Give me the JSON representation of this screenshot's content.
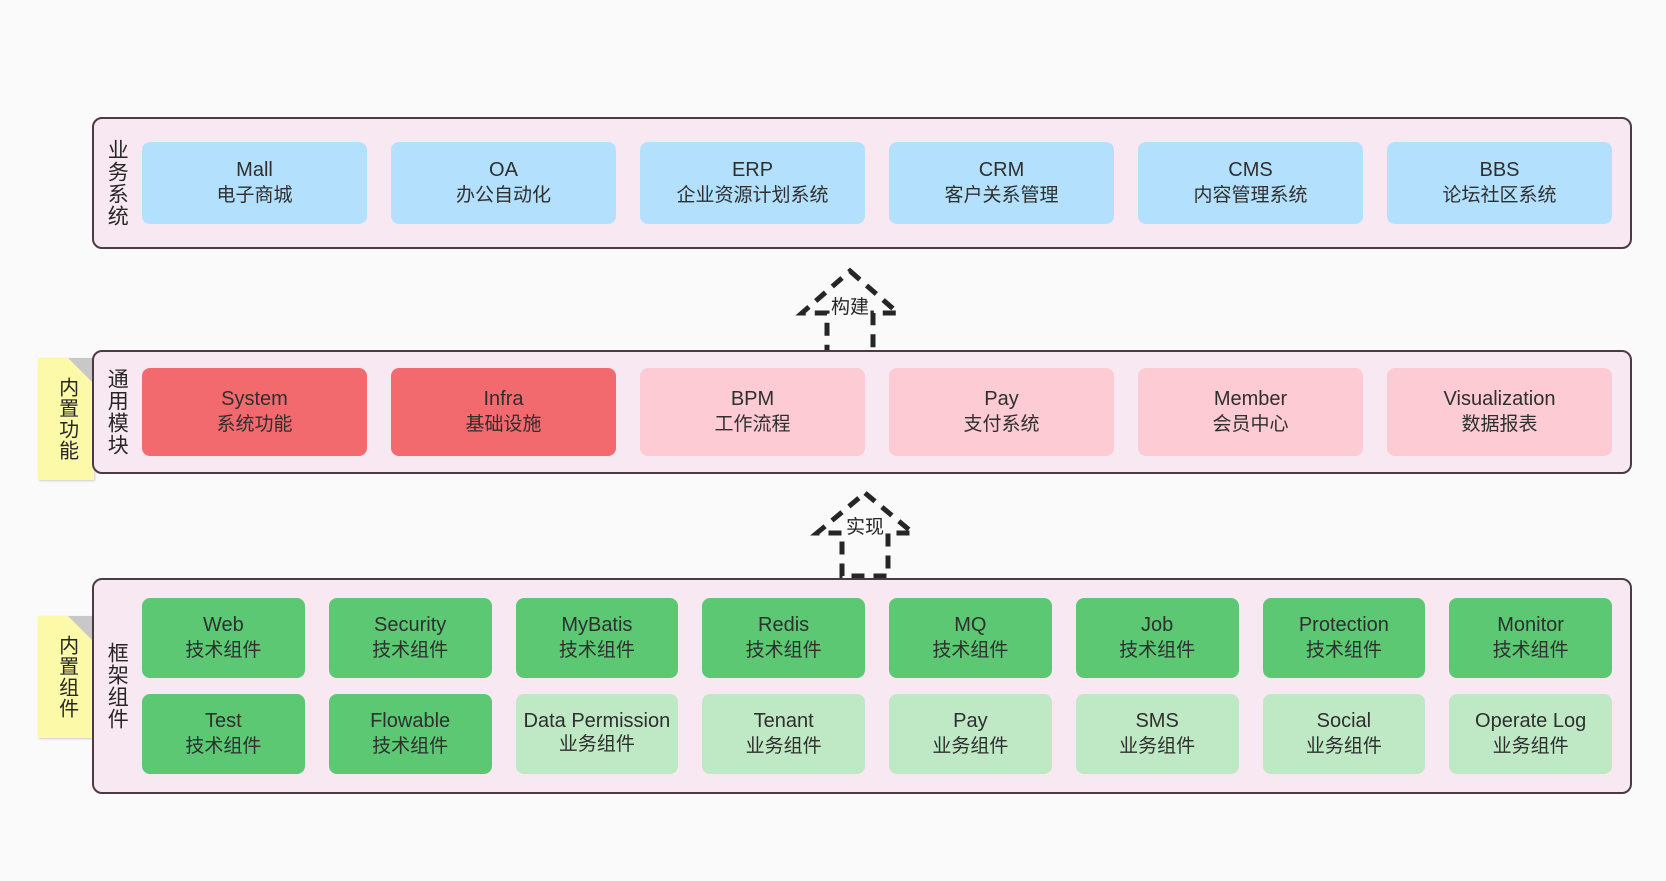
{
  "colors": {
    "band_bg": "#f8e8f2",
    "band_border": "#4a3b44",
    "business": "#b3e0fc",
    "module_core": "#f26a6e",
    "module_ext": "#fccbd3",
    "tech_component": "#5cc873",
    "biz_component": "#bfe8c4",
    "sticky": "#fcfaa8",
    "page_bg": "#fafafa"
  },
  "notes": [
    {
      "id": "builtin-function",
      "label": "内置功能"
    },
    {
      "id": "builtin-component",
      "label": "内置组件"
    }
  ],
  "connectors": [
    {
      "id": "build",
      "label": "构建"
    },
    {
      "id": "implement",
      "label": "实现"
    }
  ],
  "layers": [
    {
      "id": "business-system",
      "label": "业务系统",
      "rows": [
        {
          "cards": [
            {
              "title": "Mall",
              "subtitle": "电子商城",
              "color": "c-blue"
            },
            {
              "title": "OA",
              "subtitle": "办公自动化",
              "color": "c-blue"
            },
            {
              "title": "ERP",
              "subtitle": "企业资源计划系统",
              "color": "c-blue"
            },
            {
              "title": "CRM",
              "subtitle": "客户关系管理",
              "color": "c-blue"
            },
            {
              "title": "CMS",
              "subtitle": "内容管理系统",
              "color": "c-blue"
            },
            {
              "title": "BBS",
              "subtitle": "论坛社区系统",
              "color": "c-blue"
            }
          ]
        }
      ]
    },
    {
      "id": "common-module",
      "label": "通用模块",
      "rows": [
        {
          "cards": [
            {
              "title": "System",
              "subtitle": "系统功能",
              "color": "c-red"
            },
            {
              "title": "Infra",
              "subtitle": "基础设施",
              "color": "c-red"
            },
            {
              "title": "BPM",
              "subtitle": "工作流程",
              "color": "c-pink"
            },
            {
              "title": "Pay",
              "subtitle": "支付系统",
              "color": "c-pink"
            },
            {
              "title": "Member",
              "subtitle": "会员中心",
              "color": "c-pink"
            },
            {
              "title": "Visualization",
              "subtitle": "数据报表",
              "color": "c-pink"
            }
          ]
        }
      ]
    },
    {
      "id": "framework-component",
      "label": "框架组件",
      "rows": [
        {
          "cards": [
            {
              "title": "Web",
              "subtitle": "技术组件",
              "color": "c-green"
            },
            {
              "title": "Security",
              "subtitle": "技术组件",
              "color": "c-green"
            },
            {
              "title": "MyBatis",
              "subtitle": "技术组件",
              "color": "c-green"
            },
            {
              "title": "Redis",
              "subtitle": "技术组件",
              "color": "c-green"
            },
            {
              "title": "MQ",
              "subtitle": "技术组件",
              "color": "c-green"
            },
            {
              "title": "Job",
              "subtitle": "技术组件",
              "color": "c-green"
            },
            {
              "title": "Protection",
              "subtitle": "技术组件",
              "color": "c-green"
            },
            {
              "title": "Monitor",
              "subtitle": "技术组件",
              "color": "c-green"
            }
          ]
        },
        {
          "cards": [
            {
              "title": "Test",
              "subtitle": "技术组件",
              "color": "c-green"
            },
            {
              "title": "Flowable",
              "subtitle": "技术组件",
              "color": "c-green"
            },
            {
              "title": "Data Permission",
              "subtitle": "业务组件",
              "color": "c-lightgreen"
            },
            {
              "title": "Tenant",
              "subtitle": "业务组件",
              "color": "c-lightgreen"
            },
            {
              "title": "Pay",
              "subtitle": "业务组件",
              "color": "c-lightgreen"
            },
            {
              "title": "SMS",
              "subtitle": "业务组件",
              "color": "c-lightgreen"
            },
            {
              "title": "Social",
              "subtitle": "业务组件",
              "color": "c-lightgreen"
            },
            {
              "title": "Operate Log",
              "subtitle": "业务组件",
              "color": "c-lightgreen"
            }
          ]
        }
      ]
    }
  ]
}
